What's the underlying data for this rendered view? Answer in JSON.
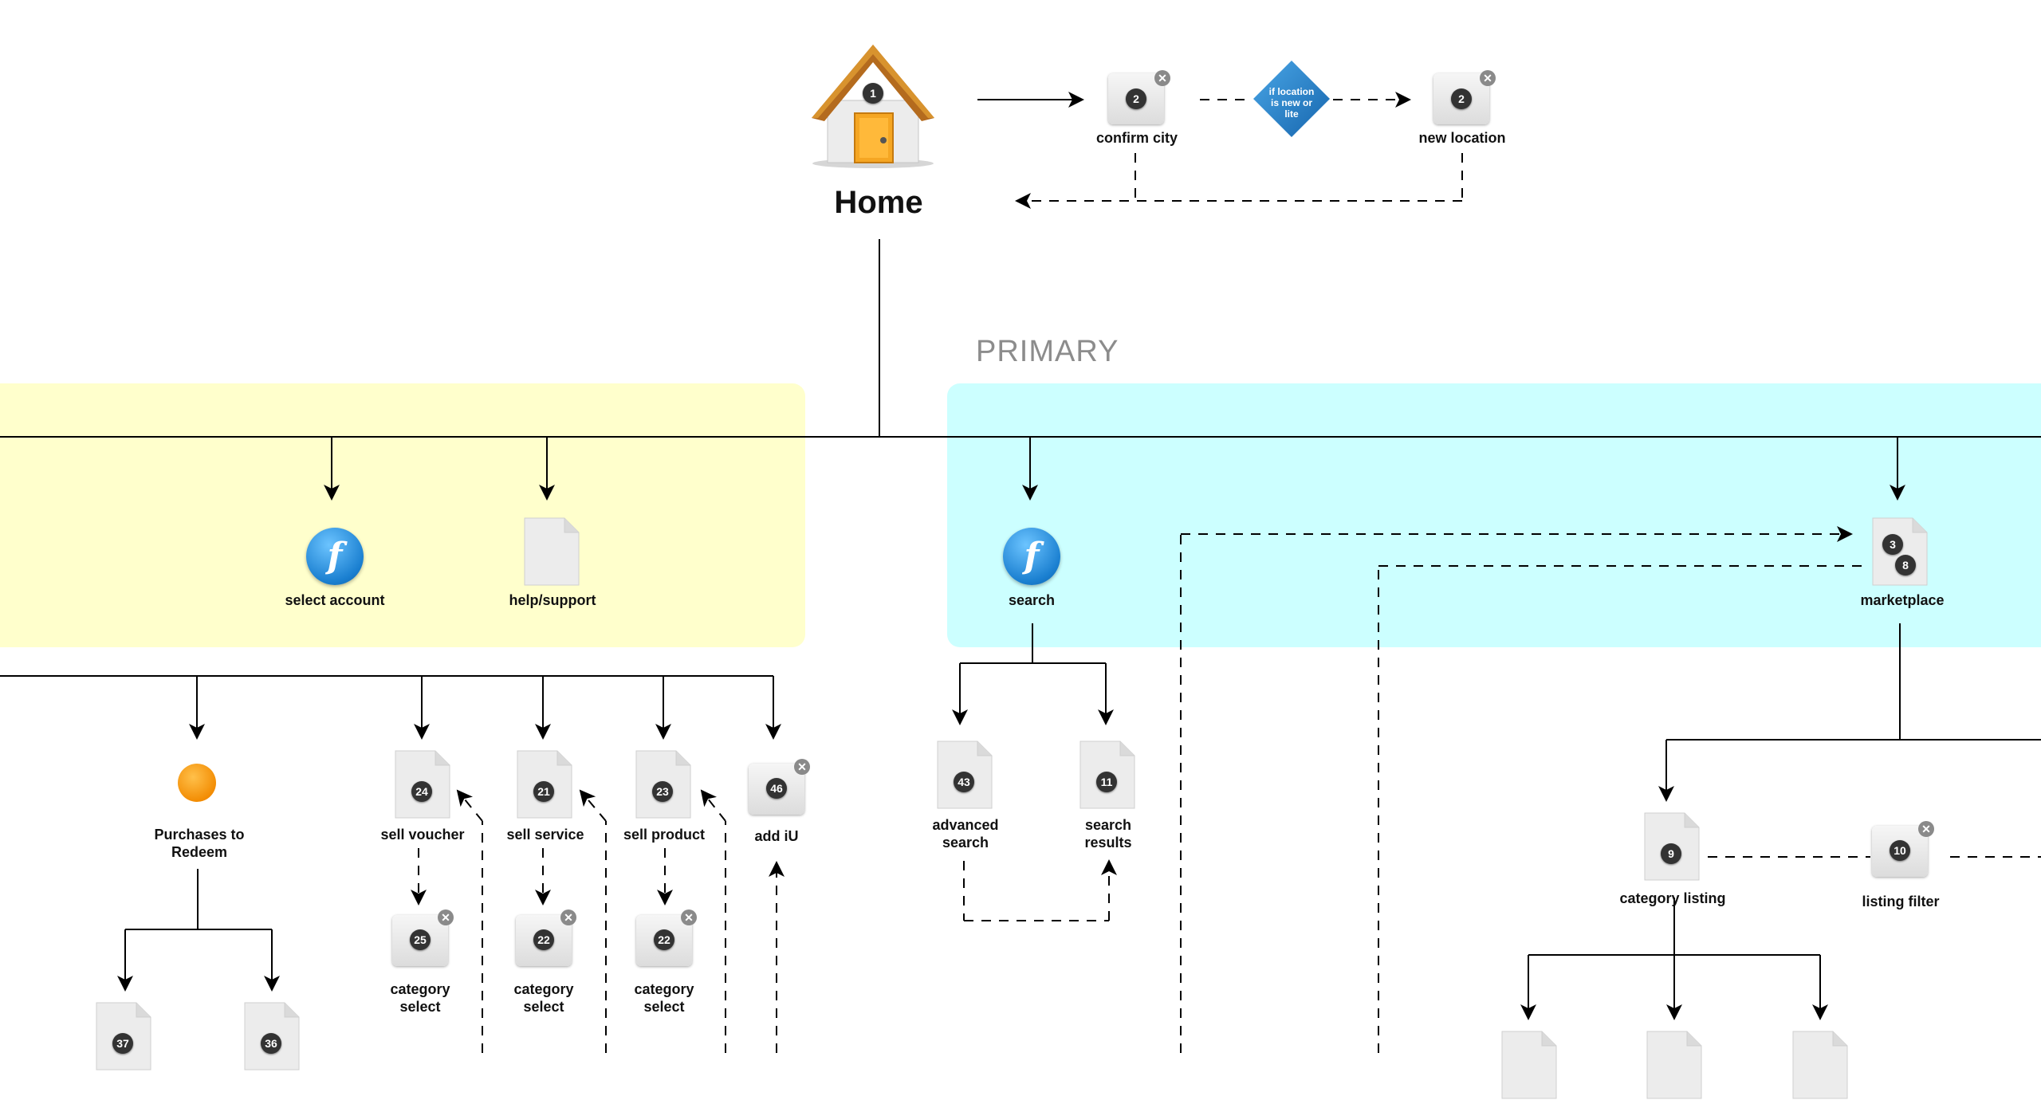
{
  "diagram": {
    "home": {
      "label": "Home",
      "badge": "1"
    },
    "section_primary": "PRIMARY",
    "top_flow": {
      "confirm_city": {
        "label": "confirm city",
        "badge": "2"
      },
      "decision": "if location is new or lite",
      "new_location": {
        "label": "new location",
        "badge": "2"
      }
    },
    "yellow_nodes": {
      "select_account": {
        "label": "select account",
        "glyph": "f"
      },
      "help_support": {
        "label": "help/support"
      }
    },
    "cyan_nodes": {
      "search": {
        "label": "search",
        "glyph": "f"
      },
      "marketplace": {
        "label": "marketplace",
        "badge_a": "3",
        "badge_b": "8"
      }
    },
    "lower_left": {
      "purchases": {
        "label": "Purchases to Redeem"
      },
      "sell_voucher": {
        "label": "sell voucher",
        "badge": "24"
      },
      "sell_service": {
        "label": "sell service",
        "badge": "21"
      },
      "sell_product": {
        "label": "sell product",
        "badge": "23"
      },
      "add_iu": {
        "label": "add iU",
        "badge": "46"
      },
      "cat_select_1": {
        "label": "category select",
        "badge": "25"
      },
      "cat_select_2": {
        "label": "category select",
        "badge": "22"
      },
      "cat_select_3": {
        "label": "category select",
        "badge": "22"
      },
      "doc_37": {
        "badge": "37"
      },
      "doc_36": {
        "badge": "36"
      }
    },
    "search_children": {
      "advanced_search": {
        "label": "advanced search",
        "badge": "43"
      },
      "search_results": {
        "label": "search results",
        "badge": "11"
      }
    },
    "marketplace_children": {
      "category_listing": {
        "label": "category listing",
        "badge": "9"
      },
      "listing_filter": {
        "label": "listing filter",
        "badge": "10"
      }
    },
    "colors": {
      "yellow_region": "#ffffcc",
      "cyan_region": "#ccffff",
      "function_blue": "#1a7fd0",
      "orange": "#f28a00",
      "badge_dark": "#333333"
    },
    "icons": [
      "house-icon",
      "function-icon",
      "document-icon",
      "close-icon",
      "decision-diamond-icon",
      "orange-circle-icon"
    ]
  }
}
